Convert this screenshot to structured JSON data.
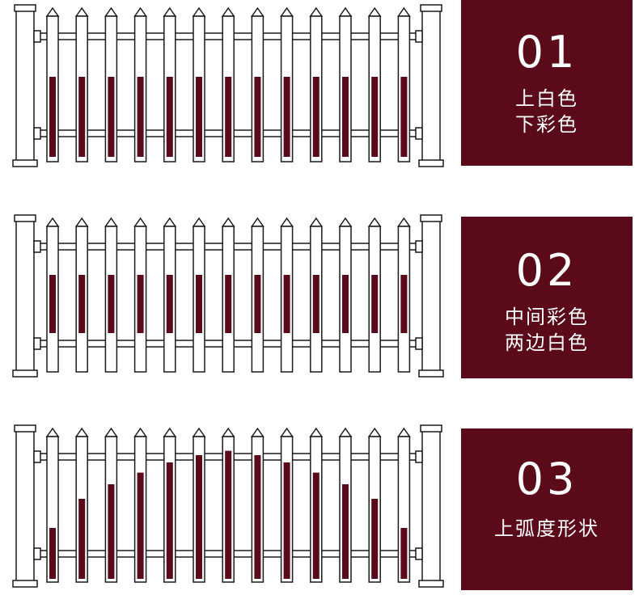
{
  "colors": {
    "accent": "#5a0a18",
    "stroke": "#1a1a1a",
    "fill": "#ffffff"
  },
  "options": [
    {
      "number": "01",
      "caption_lines": [
        "上白色",
        "下彩色"
      ],
      "color_segment": "bottom",
      "segment_fraction": 0.55
    },
    {
      "number": "02",
      "caption_lines": [
        "中间彩色",
        "两边白色"
      ],
      "color_segment": "middle",
      "segment_fraction": 0.4
    },
    {
      "number": "03",
      "caption_lines": [
        "上弧度形状"
      ],
      "color_segment": "arch",
      "arch_levels": [
        0.35,
        0.55,
        0.65,
        0.73,
        0.8,
        0.85,
        0.88,
        0.85,
        0.8,
        0.73,
        0.65,
        0.55,
        0.35
      ]
    }
  ]
}
